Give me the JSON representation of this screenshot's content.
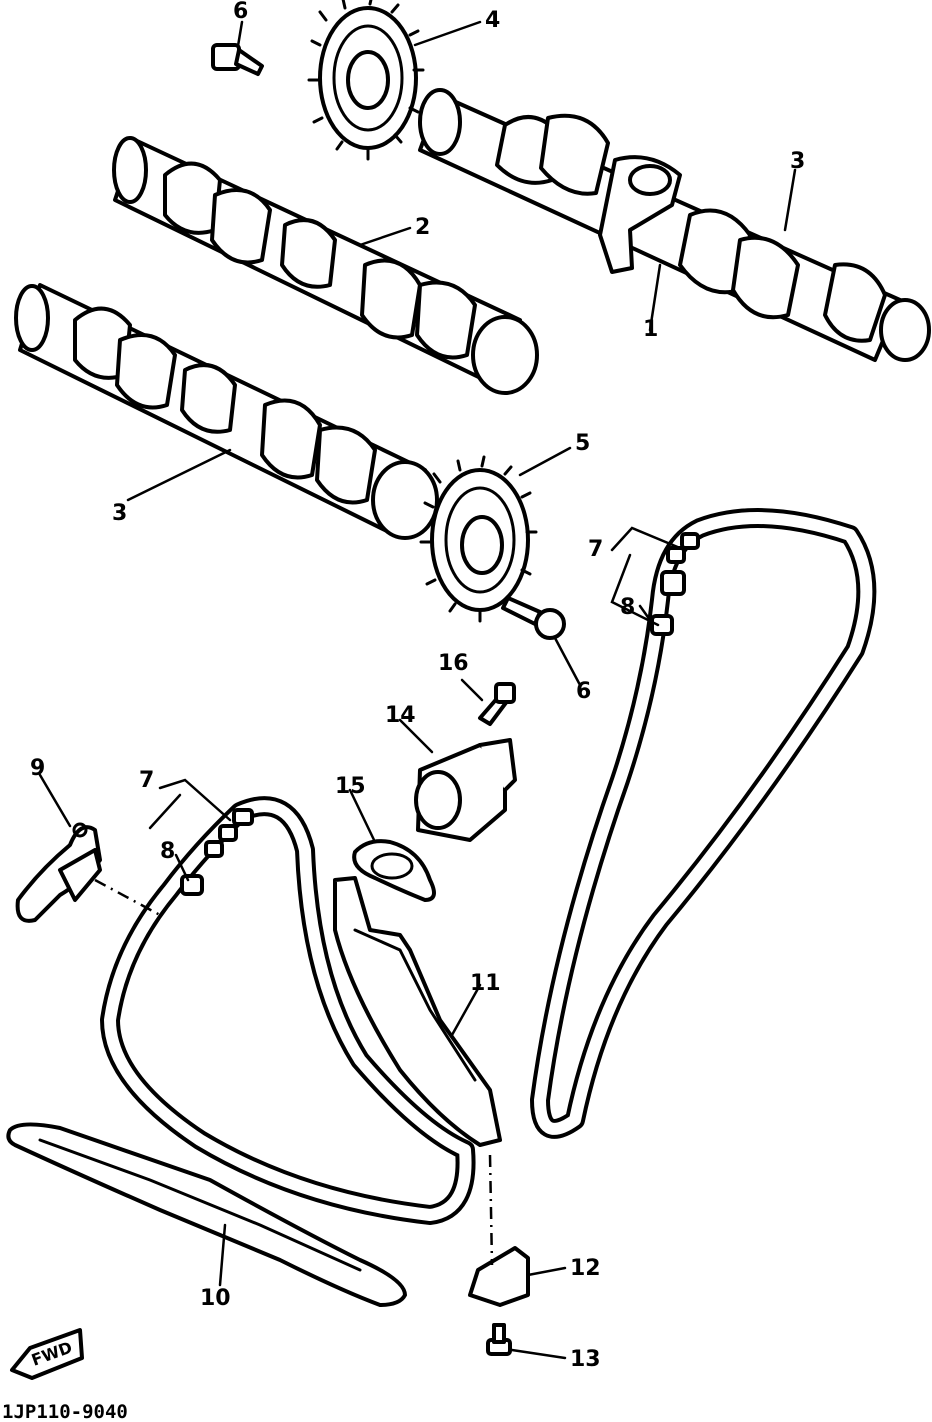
{
  "callouts": {
    "c1": "1",
    "c2": "2",
    "c3a": "3",
    "c3b": "3",
    "c4": "4",
    "c5": "5",
    "c6a": "6",
    "c6b": "6",
    "c7a": "7",
    "c7b": "7",
    "c8a": "8",
    "c8b": "8",
    "c9": "9",
    "c10": "10",
    "c11": "11",
    "c12": "12",
    "c13": "13",
    "c14": "14",
    "c15": "15",
    "c16": "16"
  },
  "forward_label": "FWD",
  "diagram_code": "1JP110-9040"
}
